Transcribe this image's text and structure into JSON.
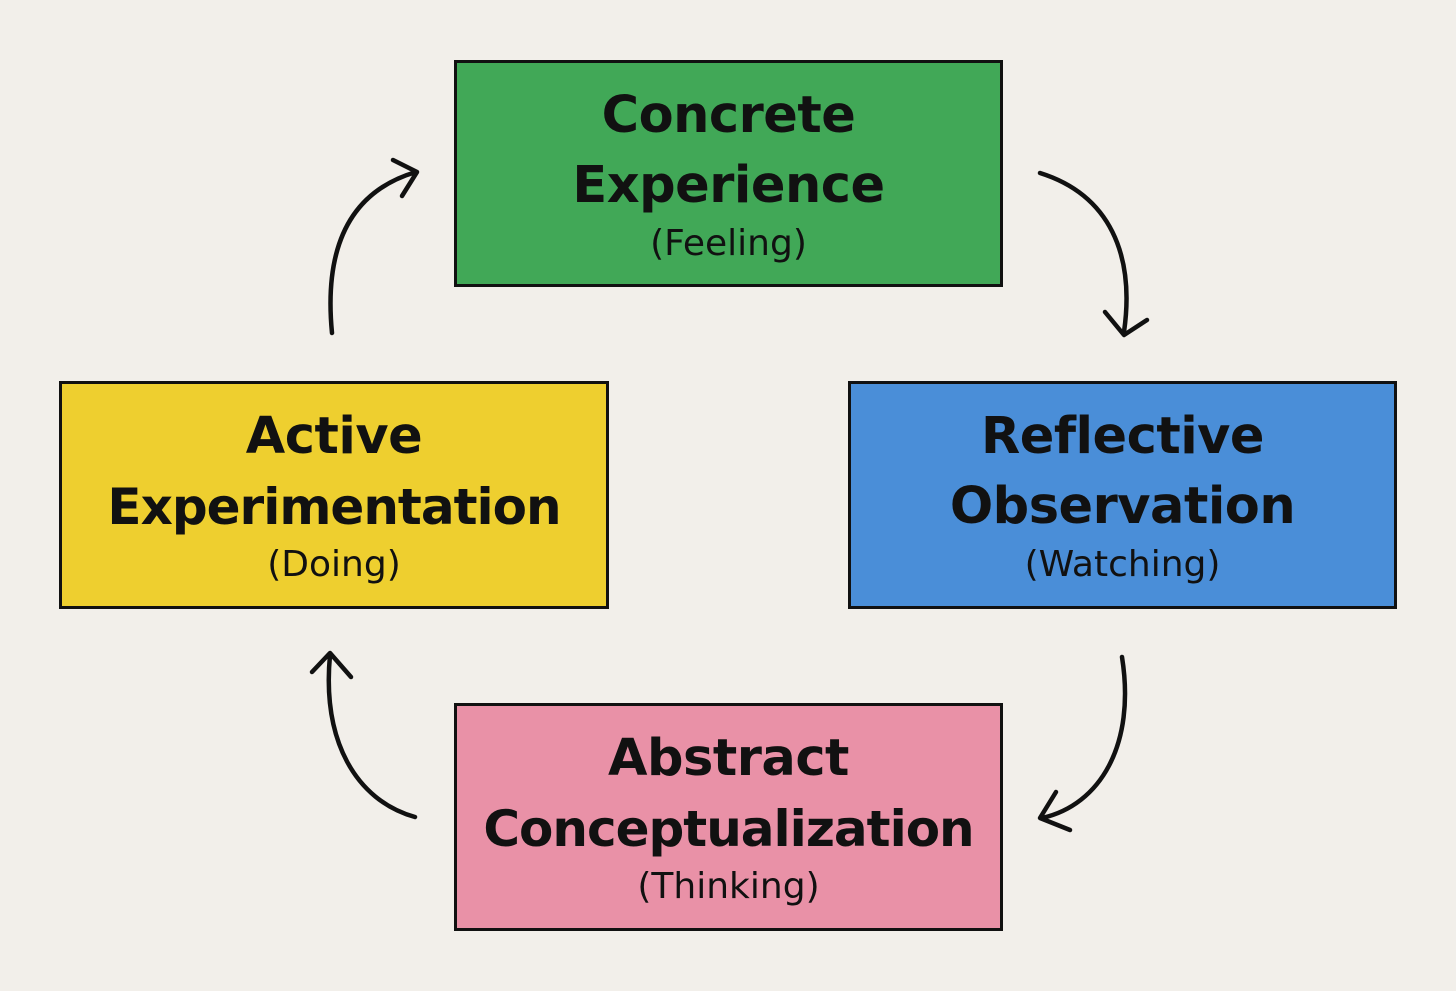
{
  "colors": {
    "background": "#f2efea",
    "concrete": "#41a857",
    "reflective": "#4a8ed8",
    "abstract": "#e991a7",
    "active": "#eecf2f",
    "stroke": "#111111"
  },
  "stages": {
    "concrete": {
      "line1": "Concrete",
      "line2": "Experience",
      "sub": "(Feeling)"
    },
    "reflective": {
      "line1": "Reflective",
      "line2": "Observation",
      "sub": "(Watching)"
    },
    "abstract": {
      "line1": "Abstract",
      "line2": "Conceptualization",
      "sub": "(Thinking)"
    },
    "active": {
      "line1": "Active",
      "line2": "Experimentation",
      "sub": "(Doing)"
    }
  },
  "arrows": [
    {
      "from": "concrete",
      "to": "reflective",
      "icon": "curved-arrow-icon"
    },
    {
      "from": "reflective",
      "to": "abstract",
      "icon": "curved-arrow-icon"
    },
    {
      "from": "abstract",
      "to": "active",
      "icon": "curved-arrow-icon"
    },
    {
      "from": "active",
      "to": "concrete",
      "icon": "curved-arrow-icon"
    }
  ]
}
